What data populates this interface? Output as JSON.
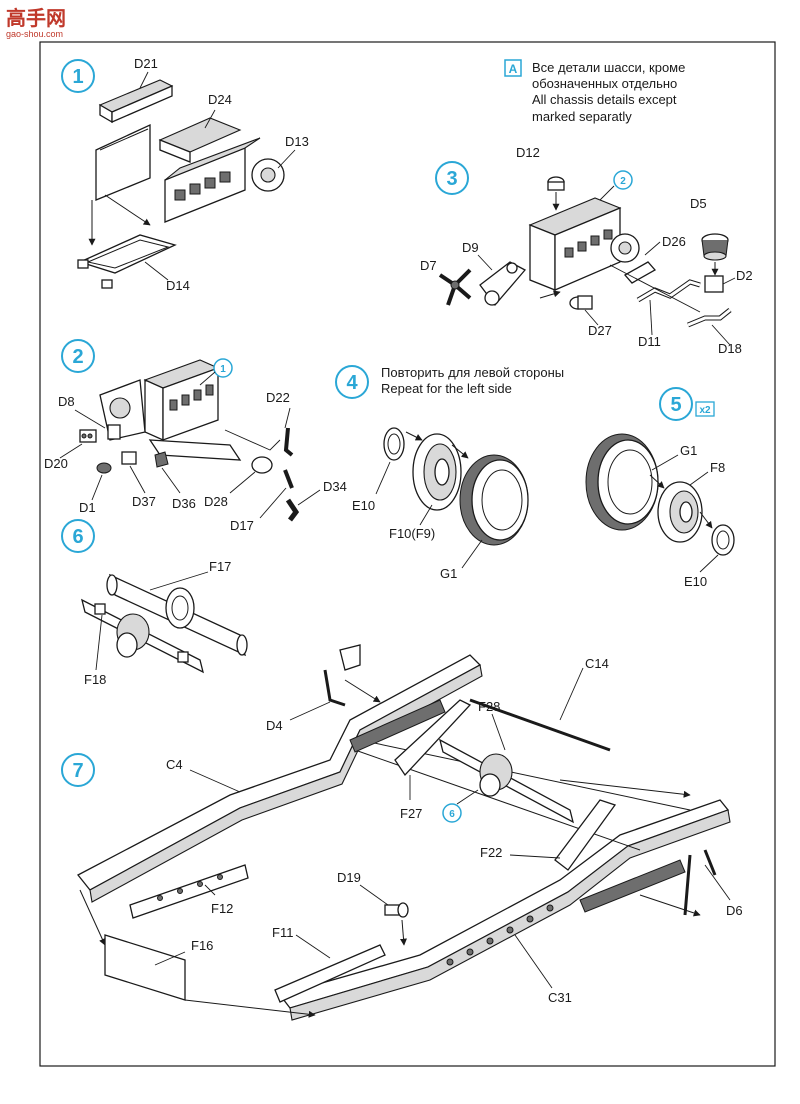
{
  "watermark": {
    "glyphs": "高手网",
    "url": "gao-shou.com"
  },
  "colors": {
    "accent": "#2aa7d6",
    "ink": "#1a1a1a"
  },
  "note": {
    "badge": "A",
    "lines": [
      "Все детали шасси, кроме",
      "обозначенных отдельно",
      "All chassis details except",
      "marked separatly"
    ]
  },
  "steps": [
    {
      "num": "1"
    },
    {
      "num": "2"
    },
    {
      "num": "3"
    },
    {
      "num": "4"
    },
    {
      "num": "5",
      "multiplier": "x2"
    },
    {
      "num": "6"
    },
    {
      "num": "7"
    }
  ],
  "step4_text": [
    "Повторить для левой стороны",
    "Repeat for the left side"
  ],
  "refs": {
    "step1": "1",
    "step2": "2",
    "step6": "6"
  },
  "labels": {
    "D21": "D21",
    "D24": "D24",
    "D13": "D13",
    "D14": "D14",
    "D12": "D12",
    "D5": "D5",
    "D9": "D9",
    "D26": "D26",
    "D7": "D7",
    "D2": "D2",
    "D27": "D27",
    "D11": "D11",
    "D18": "D18",
    "D22": "D22",
    "D8": "D8",
    "D20": "D20",
    "D1": "D1",
    "D37": "D37",
    "D36": "D36",
    "D28": "D28",
    "D17": "D17",
    "D34": "D34",
    "E10a": "E10",
    "F10F9": "F10(F9)",
    "G1a": "G1",
    "G1b": "G1",
    "F8": "F8",
    "E10b": "E10",
    "F17": "F17",
    "F18": "F18",
    "C14": "C14",
    "D4": "D4",
    "F28": "F28",
    "C4": "C4",
    "F27": "F27",
    "F22": "F22",
    "D6": "D6",
    "D19": "D19",
    "F12": "F12",
    "F16": "F16",
    "F11": "F11",
    "C31": "C31"
  }
}
